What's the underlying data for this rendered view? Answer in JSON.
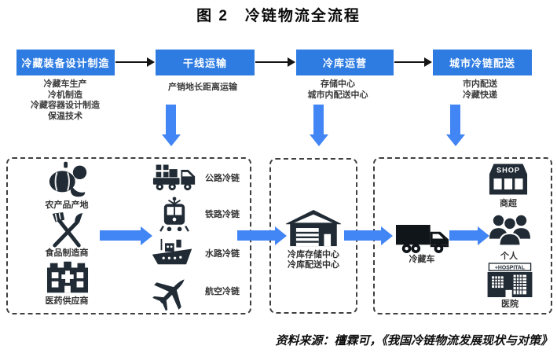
{
  "title": "图 2　冷链物流全流程",
  "colors": {
    "stage_blue": "#2e7ce2",
    "arrow_blue": "#4285f4",
    "icon_dark": "#212b35"
  },
  "stages": [
    {
      "title": "冷藏装备设计制造",
      "details": [
        "冷藏车生产",
        "冷机制造",
        "冷藏容器设计制造",
        "保温技术"
      ]
    },
    {
      "title": "干线运输",
      "details": [
        "产销地长距离运输"
      ]
    },
    {
      "title": "冷库运营",
      "details": [
        "存储中心",
        "城市内配送中心"
      ]
    },
    {
      "title": "城市冷链配送",
      "details": [
        "市内配送",
        "冷藏快递"
      ]
    }
  ],
  "flow": {
    "sources": [
      {
        "icon": "produce-icon",
        "label": "农产品产地"
      },
      {
        "icon": "utensils-icon",
        "label": "食品制造商"
      },
      {
        "icon": "pharma-building-icon",
        "label": "医药供应商"
      }
    ],
    "transport_modes": [
      {
        "icon": "road-truck-icon",
        "label": "公路冷链"
      },
      {
        "icon": "train-icon",
        "label": "铁路冷链"
      },
      {
        "icon": "ship-icon",
        "label": "水路冷链"
      },
      {
        "icon": "plane-icon",
        "label": "航空冷链"
      }
    ],
    "warehouse": {
      "icon": "warehouse-icon",
      "labels": [
        "冷库存储中心",
        "冷库配送中心"
      ]
    },
    "delivery": {
      "icon": "reefer-truck-icon",
      "label": "冷藏车"
    },
    "destinations": [
      {
        "icon": "shop-icon",
        "label": "商超",
        "sign": "SHOP"
      },
      {
        "icon": "people-icon",
        "label": "个人"
      },
      {
        "icon": "hospital-icon",
        "label": "医院",
        "sign": "+HOSPITAL"
      }
    ]
  },
  "source_note": "资料来源：檀霖可，《我国冷链物流发展现状与对策》"
}
